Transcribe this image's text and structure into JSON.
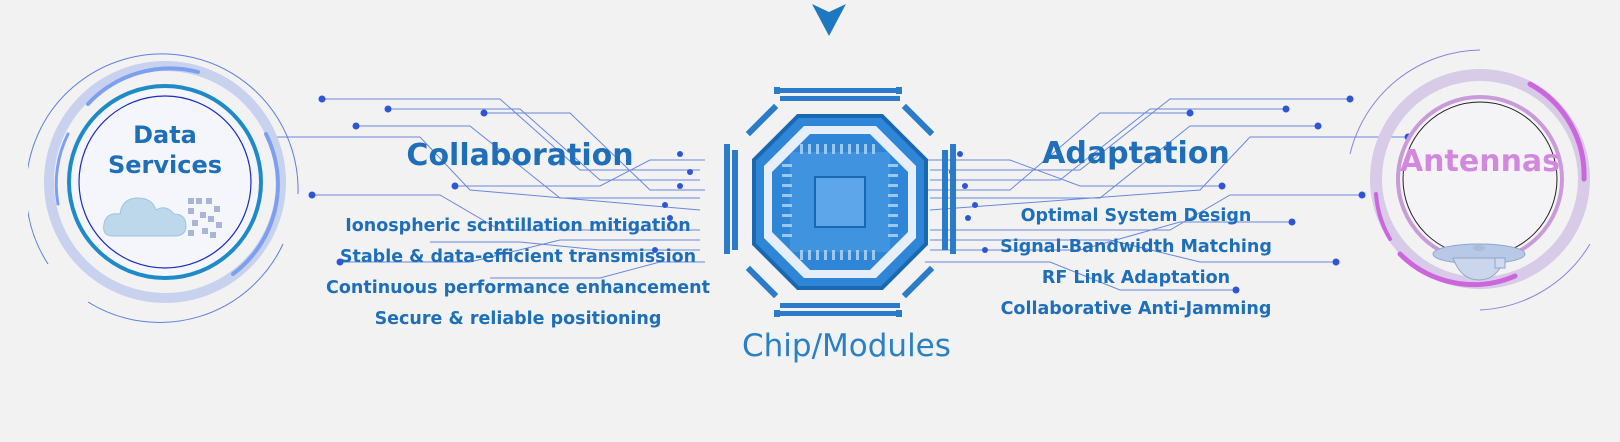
{
  "left_hub": {
    "title_line1": "Data",
    "title_line2": "Services",
    "icon": "cloud-data-icon"
  },
  "right_hub": {
    "title": "Antennas",
    "icon": "antenna-puck-icon"
  },
  "center": {
    "label": "Chip/Modules",
    "icon": "chip-icon",
    "top_marker_icon": "arrow-down-icon"
  },
  "collaboration": {
    "heading": "Collaboration",
    "items": [
      "Ionospheric scintillation mitigation",
      "Stable & data-efficient transmission",
      "Continuous performance enhancement",
      "Secure & reliable positioning"
    ]
  },
  "adaptation": {
    "heading": "Adaptation",
    "items": [
      "Optimal System Design",
      "Signal-Bandwidth Matching",
      "RF Link Adaptation",
      "Collaborative Anti-Jamming"
    ]
  },
  "colors": {
    "primary_blue": "#1e6fb8",
    "light_blue": "#3d7fe0",
    "antenna_purple": "#c86fd8",
    "background": "#f2f2f2"
  }
}
